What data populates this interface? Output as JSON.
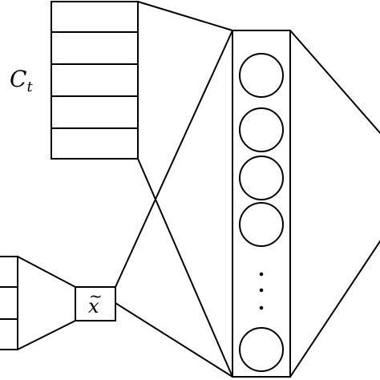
{
  "diagram": {
    "context_label": {
      "main": "C",
      "sub": "t"
    },
    "input_label": {
      "main": "x",
      "accent": "~"
    },
    "ellipsis": "·  ·  ·",
    "colors": {
      "stroke": "#000000",
      "background": "#ffffff"
    }
  }
}
